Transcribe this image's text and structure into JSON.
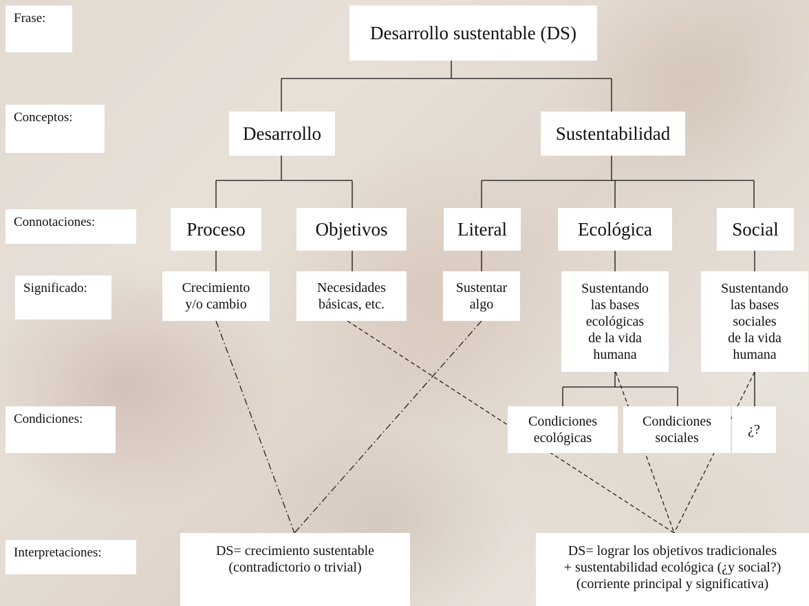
{
  "row_labels": {
    "frase": "Frase:",
    "conceptos": "Conceptos:",
    "connotaciones": "Connotaciones:",
    "significado": "Significado:",
    "condiciones": "Condiciones:",
    "interpretaciones": "Interpretaciones:"
  },
  "frase": "Desarrollo sustentable (DS)",
  "conceptos": {
    "desarrollo": "Desarrollo",
    "sustentabilidad": "Sustentabilidad"
  },
  "connotaciones": {
    "proceso": "Proceso",
    "objetivos": "Objetivos",
    "literal": "Literal",
    "ecologica": "Ecológica",
    "social": "Social"
  },
  "significado": {
    "proceso": "Crecimiento\ny/o cambio",
    "objetivos": "Necesidades\nbásicas, etc.",
    "literal": "Sustentar\nalgo",
    "ecologica": "Sustentando\nlas bases\necológicas\nde la vida\nhumana",
    "social": "Sustentando\nlas bases\nsociales\nde la vida\nhumana"
  },
  "condiciones": {
    "ecologicas": "Condiciones\necológicas",
    "sociales": "Condiciones\nsociales",
    "desconocida": "¿?"
  },
  "interpretaciones": {
    "crecimiento": "DS= crecimiento sustentable\n(contradictorio o trivial)",
    "corriente": "DS= lograr los objetivos tradicionales\n+ sustentabilidad ecológica (¿y social?)\n(corriente principal y significativa)"
  }
}
